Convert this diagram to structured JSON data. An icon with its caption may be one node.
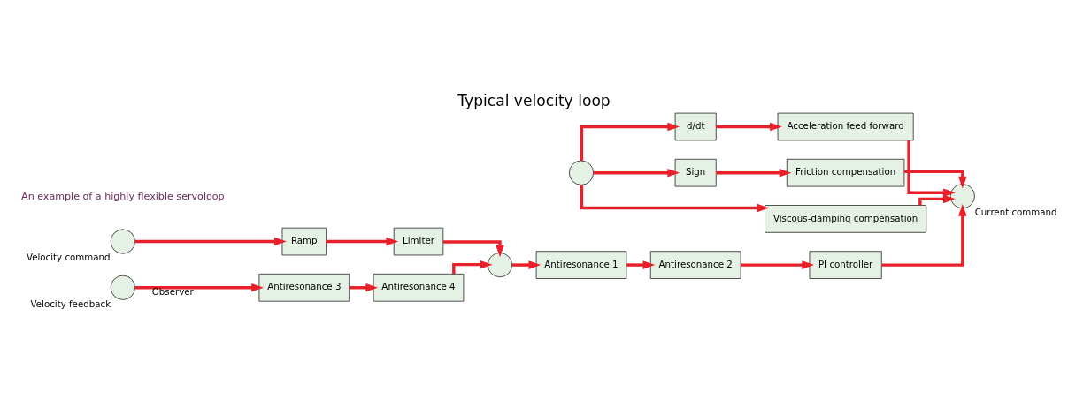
{
  "diagram": {
    "title": "Typical velocity loop",
    "nodes": [
      {
        "text": [],
        "shape": "circle"
      },
      {
        "text": [
          "d/dt"
        ]
      },
      {
        "text": [
          "Acceleration feed forward"
        ]
      },
      {
        "text": [
          "Sign"
        ]
      },
      {
        "text": [
          "Friction compensation"
        ]
      },
      {
        "text": [
          "Viscous-damping compensation"
        ]
      },
      {
        "text": [],
        "shape": "circle",
        "beside": [
          "Velocity command"
        ]
      },
      {
        "text": [
          "Ramp"
        ]
      },
      {
        "text": [
          "Limiter"
        ]
      },
      {
        "text": [],
        "shape": "circle"
      },
      {
        "text": [
          "Antiresonance 1"
        ]
      },
      {
        "text": [
          "Antiresonance 2"
        ]
      },
      {
        "text": [
          "PI controller"
        ]
      },
      {
        "text": [],
        "shape": "circle",
        "beside": [
          "Current command"
        ]
      },
      {
        "text": [],
        "shape": "circle",
        "beside": [
          "Velocity feedback"
        ]
      },
      {
        "text": [
          "Antiresonance 3"
        ]
      },
      {
        "text": [
          "Antiresonance 4"
        ]
      }
    ],
    "edges": [
      {
        "from": 0,
        "to": 1,
        "arrow": "to"
      },
      {
        "from": 0,
        "to": 3,
        "arrow": "to"
      },
      {
        "from": 0,
        "to": 5,
        "arrow": "to"
      },
      {
        "from": 1,
        "to": 2,
        "arrow": "to"
      },
      {
        "from": 3,
        "to": 4,
        "arrow": "to"
      },
      {
        "from": 2,
        "to": 13,
        "arrow": "to"
      },
      {
        "from": 4,
        "to": 13,
        "arrow": "to"
      },
      {
        "from": 5,
        "to": 13,
        "arrow": "to"
      },
      {
        "from": 6,
        "to": 7,
        "arrow": "to"
      },
      {
        "from": 7,
        "to": 8,
        "arrow": "to"
      },
      {
        "from": 8,
        "to": 9,
        "arrow": "to"
      },
      {
        "from": 9,
        "to": 10,
        "arrow": "to"
      },
      {
        "from": 10,
        "to": 11,
        "arrow": "to"
      },
      {
        "from": 11,
        "to": 12,
        "arrow": "to"
      },
      {
        "from": 12,
        "to": 13,
        "arrow": "to"
      },
      {
        "from": 14,
        "to": 15,
        "arrow": "to",
        "label": "Observer"
      },
      {
        "from": 15,
        "to": 16,
        "arrow": "to"
      },
      {
        "from": 16,
        "to": 9,
        "arrow": "to"
      }
    ],
    "labels": [
      "An example of a highly flexible servoloop"
    ]
  }
}
